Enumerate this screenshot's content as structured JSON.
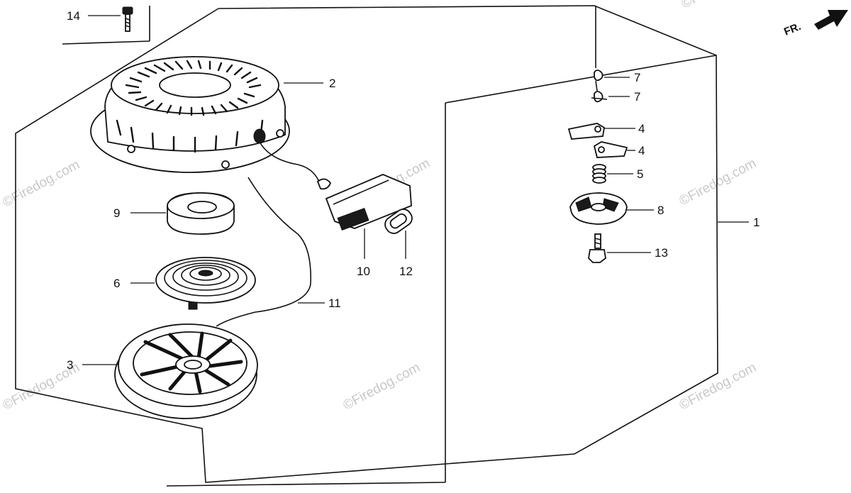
{
  "callouts": {
    "c1": "1",
    "c2": "2",
    "c3": "3",
    "c4a": "4",
    "c4b": "4",
    "c5": "5",
    "c6": "6",
    "c7a": "7",
    "c7b": "7",
    "c8": "8",
    "c9": "9",
    "c10": "10",
    "c11": "11",
    "c12": "12",
    "c13": "13",
    "c14": "14"
  },
  "direction_label": "FR.",
  "watermarks": [
    "©Firedog.com",
    "©Firedog.com",
    "©Firedog.com",
    "©Firedog.com",
    "©Firedog.com",
    "©Firedog.com",
    "©Firedog.com"
  ],
  "colors": {
    "ink": "#111111",
    "watermark": "#c8c8c8"
  }
}
